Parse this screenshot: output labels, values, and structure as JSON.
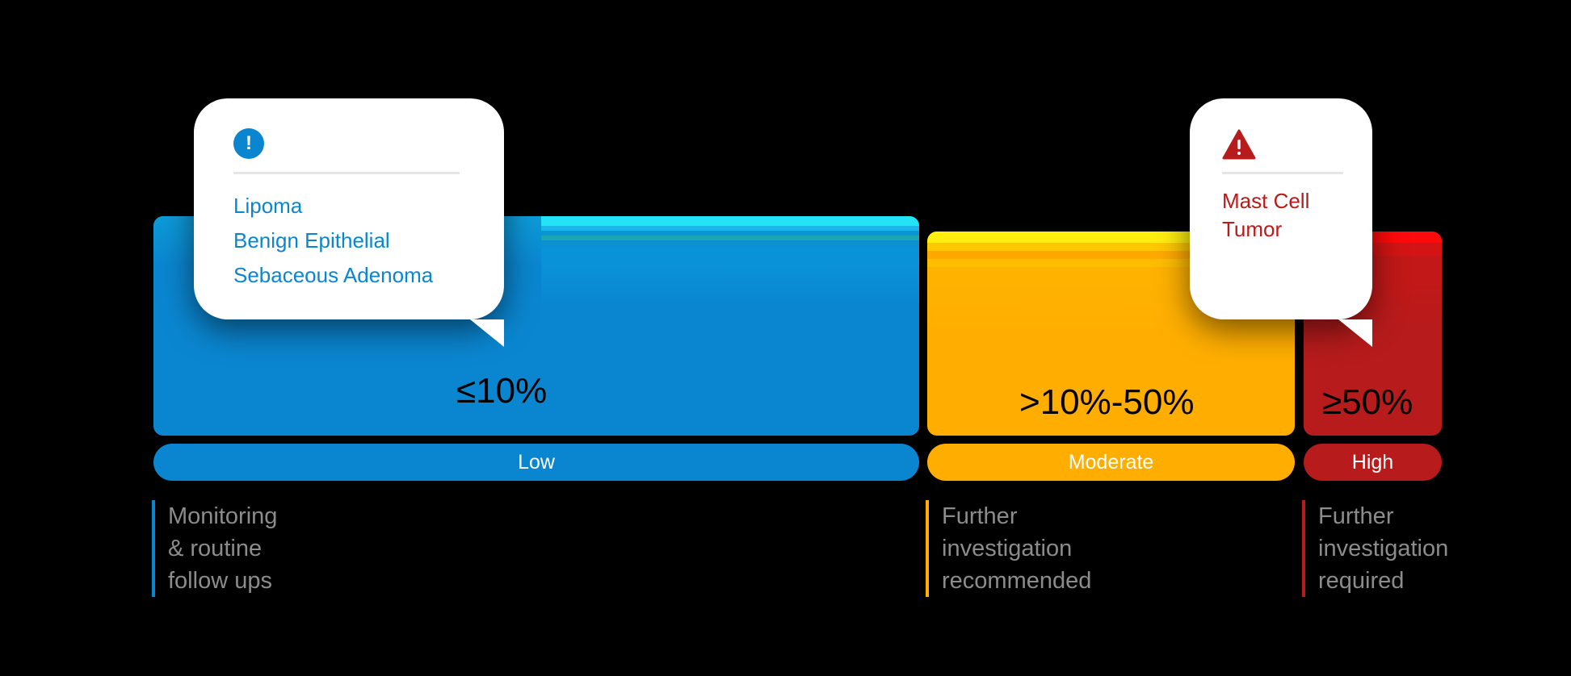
{
  "segments": {
    "low": {
      "range": "≤10%",
      "label": "Low",
      "color": "#0a86d0",
      "note_lines": [
        "Monitoring",
        "& routine",
        "follow ups"
      ]
    },
    "moderate": {
      "range": ">10%-50%",
      "label": "Moderate",
      "color": "#ffae00",
      "note_lines": [
        "Further",
        "investigation",
        "recommended"
      ]
    },
    "high": {
      "range": "≥50%",
      "label": "High",
      "color": "#b71b1b",
      "note_lines": [
        "Further",
        "investigation",
        "required"
      ]
    }
  },
  "callouts": {
    "low": {
      "icon": "info-circle-icon",
      "icon_glyph": "!",
      "items": [
        "Lipoma",
        "Benign Epithelial",
        "Sebaceous Adenoma"
      ]
    },
    "high": {
      "icon": "warning-triangle-icon",
      "text": "Mast Cell Tumor"
    }
  }
}
